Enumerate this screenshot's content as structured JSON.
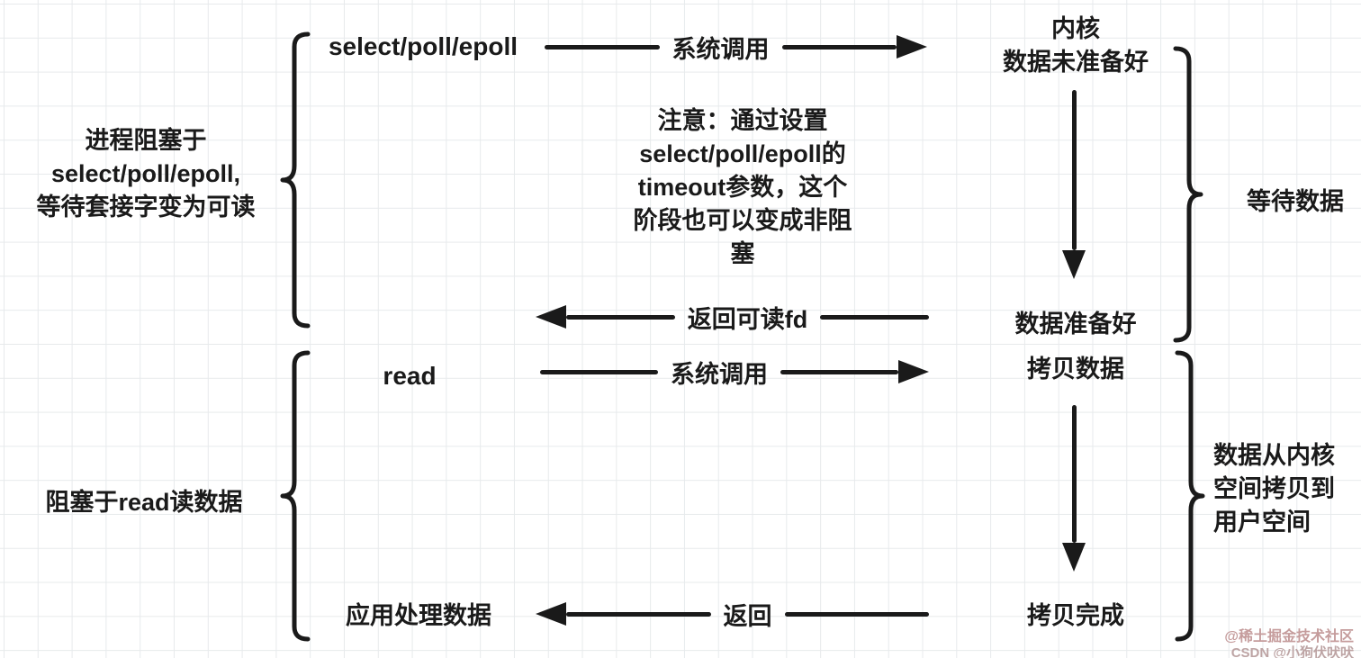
{
  "stage1": {
    "blocked_note": "进程阻塞于\nselect/poll/epoll,\n等待套接字变为可读",
    "caller": "select/poll/epoll",
    "syscall": "系统调用",
    "kernel_status": "内核\n数据未准备好",
    "timeout_note": "注意：通过设置\nselect/poll/epoll的\ntimeout参数，这个\n阶段也可以变成非阻\n塞",
    "wait_label": "等待数据",
    "data_ready": "数据准备好",
    "return_label": "返回可读fd"
  },
  "stage2": {
    "blocked_note": "阻塞于read读数据",
    "caller": "read",
    "syscall": "系统调用",
    "copy_start": "拷贝数据",
    "copy_note": "数据从内核\n空间拷贝到\n用户空间",
    "copy_done": "拷贝完成",
    "return_label": "返回",
    "app_handle": "应用处理数据"
  },
  "watermark": {
    "line1": "@稀土掘金技术社区",
    "line2": "CSDN @小狗伏吠吠"
  },
  "colors": {
    "ink": "#1a1a1a",
    "grid": "#e7eaec"
  }
}
